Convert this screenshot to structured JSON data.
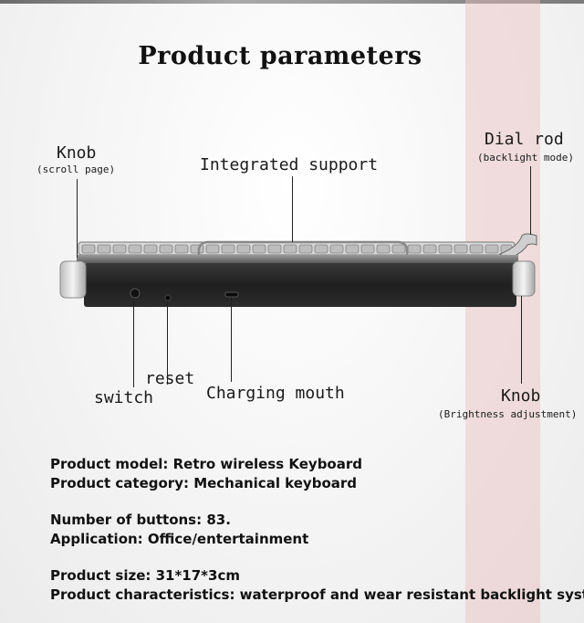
{
  "title": "Product parameters",
  "callouts": {
    "knob_left": {
      "label": "Knob",
      "note": "(scroll page)"
    },
    "integrated_support": {
      "label": "Integrated support"
    },
    "dial_rod": {
      "label": "Dial rod",
      "note": "(backlight mode)"
    },
    "reset": {
      "label": "reset"
    },
    "switch": {
      "label": "switch"
    },
    "charging_mouth": {
      "label": "Charging mouth"
    },
    "knob_right": {
      "label": "Knob",
      "note": "(Brightness adjustment)"
    }
  },
  "specs": [
    "Product model: Retro wireless Keyboard",
    "Product category: Mechanical keyboard",
    "Number of buttons: 83.",
    "Application: Office/entertainment",
    "Product size: 31*17*3cm",
    "Product characteristics: waterproof and wear resistant backlight system"
  ],
  "colors": {
    "accent_stripe": "#ecbebe",
    "keyboard_body": "#2b2b2b",
    "keycap": "#cfcfcf"
  }
}
